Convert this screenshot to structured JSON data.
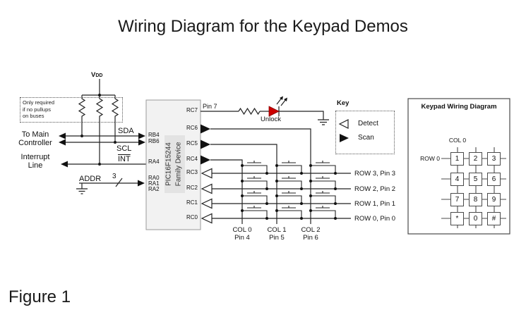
{
  "title": "Wiring Diagram for the Keypad Demos",
  "figure_caption": "Figure 1",
  "colors": {
    "line": "#222222",
    "led_red": "#cc0000",
    "chip_fill": "#f2f2f2",
    "chip_inner_fill": "#e3e3e3",
    "box_border": "#4a4a4a"
  },
  "left_section": {
    "vdd_label": "V",
    "vdd_sub": "DD",
    "note_lines": [
      "Only required",
      "if no pullups",
      "on buses"
    ],
    "to_main_lines": [
      "To Main",
      "Controller"
    ],
    "interrupt_lines": [
      "Interrupt",
      "Line"
    ],
    "sda_label": "SDA",
    "scl_label": "SCL",
    "int_label": "INT",
    "addr_label": "ADDR",
    "addr_bus_width": "3"
  },
  "chip": {
    "name_line1": "PIC16F15244",
    "name_line2": "Family Device",
    "left_pins": [
      "RB4",
      "RB6",
      "RA4",
      "RA0",
      "RA1",
      "RA2"
    ],
    "right_pins": [
      "RC7",
      "RC6",
      "RC5",
      "RC4",
      "RC3",
      "RC2",
      "RC1",
      "RC0"
    ]
  },
  "led_circuit": {
    "pin_label": "Pin 7",
    "label": "Unlock"
  },
  "key_legend": {
    "title": "Key",
    "detect_label": "Detect",
    "scan_label": "Scan"
  },
  "matrix": {
    "row_labels": [
      "ROW 3, Pin 3",
      "ROW 2, Pin 2",
      "ROW 1, Pin 1",
      "ROW 0, Pin 0"
    ],
    "col_labels": [
      [
        "COL 0",
        "Pin 4"
      ],
      [
        "COL 1",
        "Pin 5"
      ],
      [
        "COL 2",
        "Pin 6"
      ]
    ]
  },
  "keypad": {
    "title": "Keypad Wiring Diagram",
    "col_label": "COL 0",
    "row_label": "ROW 0",
    "keys": [
      "1",
      "2",
      "3",
      "4",
      "5",
      "6",
      "7",
      "8",
      "9",
      "*",
      "0",
      "#"
    ]
  }
}
